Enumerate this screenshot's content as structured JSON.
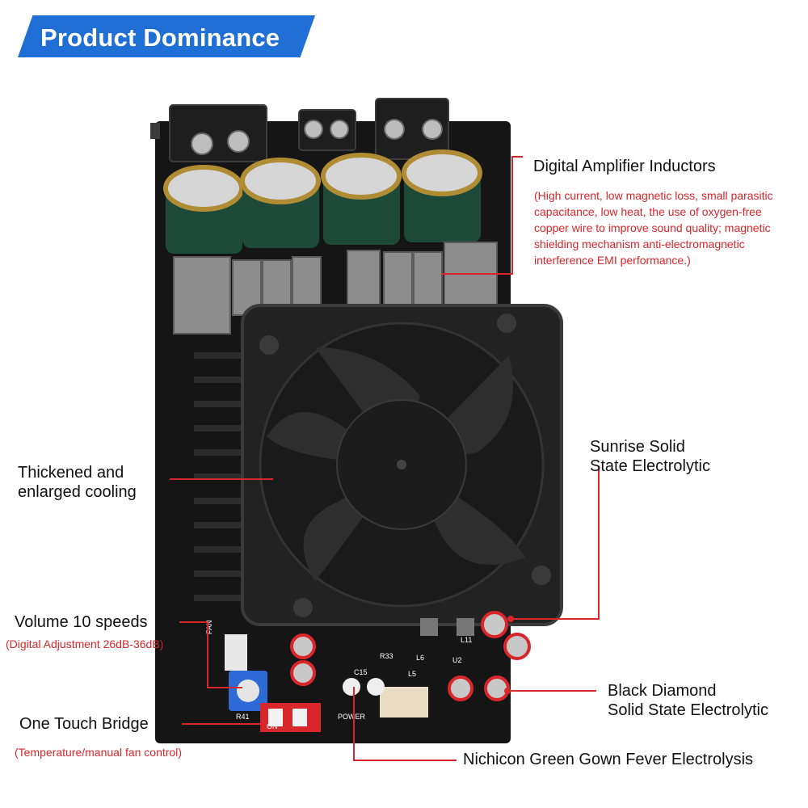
{
  "banner": {
    "title": "Product Dominance"
  },
  "callouts": {
    "inductors": {
      "title": "Digital Amplifier Inductors",
      "note": "(High current, low magnetic loss, small parasitic capacitance, low heat, the use of oxygen-free copper wire to improve sound quality; magnetic shielding mechanism anti-electromagnetic interference EMI performance.)"
    },
    "cooling": {
      "line1": "Thickened and",
      "line2": "enlarged cooling"
    },
    "sunrise": {
      "line1": "Sunrise Solid",
      "line2": "State Electrolytic"
    },
    "volume": {
      "title": "Volume 10 speeds",
      "note": "(Digital Adjustment 26dB-36dB)"
    },
    "black_diamond": {
      "line1": "Black Diamond",
      "line2": "Solid State Electrolytic"
    },
    "bridge": {
      "title": "One Touch Bridge",
      "note": "(Temperature/manual fan control)"
    },
    "nichicon": {
      "title": "Nichicon Green Gown Fever Electrolysis"
    }
  },
  "board": {
    "silkscreen": {
      "fan": "FAN",
      "power": "POWER",
      "on": "ON",
      "r41": "R41",
      "c15": "C15",
      "u2": "U2",
      "l6": "L6",
      "l5": "L5",
      "l11": "L11",
      "r33": "R33"
    }
  },
  "colors": {
    "accent_blue": "#1f6fd6",
    "callout_red": "#d9262b",
    "board_black": "#151515"
  }
}
